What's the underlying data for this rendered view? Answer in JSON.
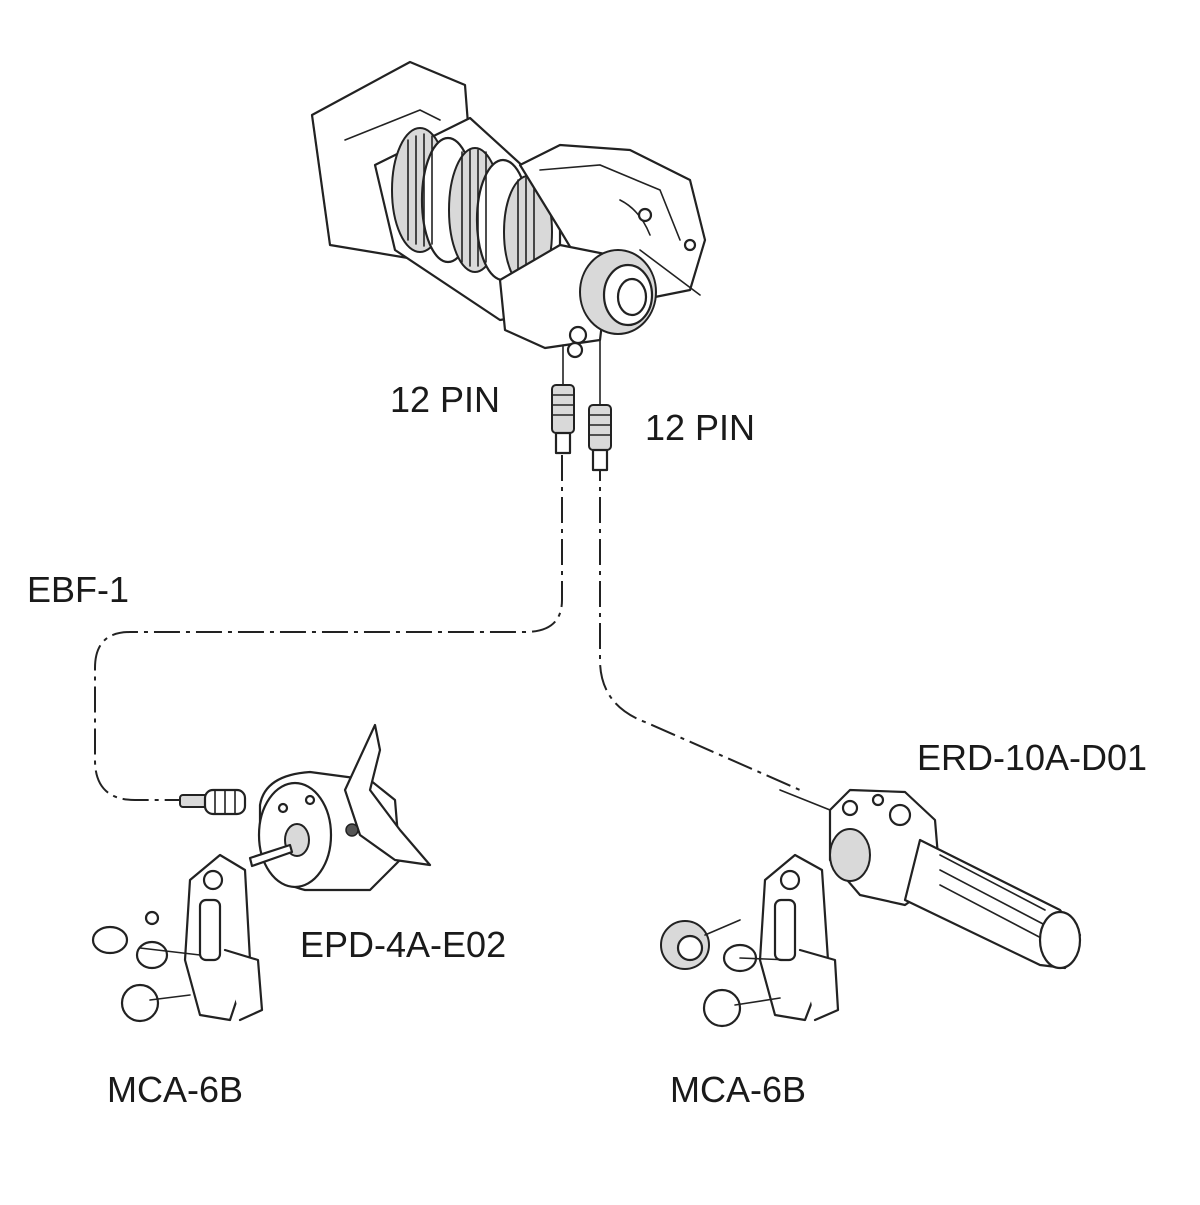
{
  "labels": {
    "pin_left": "12 PIN",
    "pin_right": "12 PIN",
    "ebf": "EBF-1",
    "epd": "EPD-4A-E02",
    "erd": "ERD-10A-D01",
    "mca_left": "MCA-6B",
    "mca_right": "MCA-6B"
  }
}
